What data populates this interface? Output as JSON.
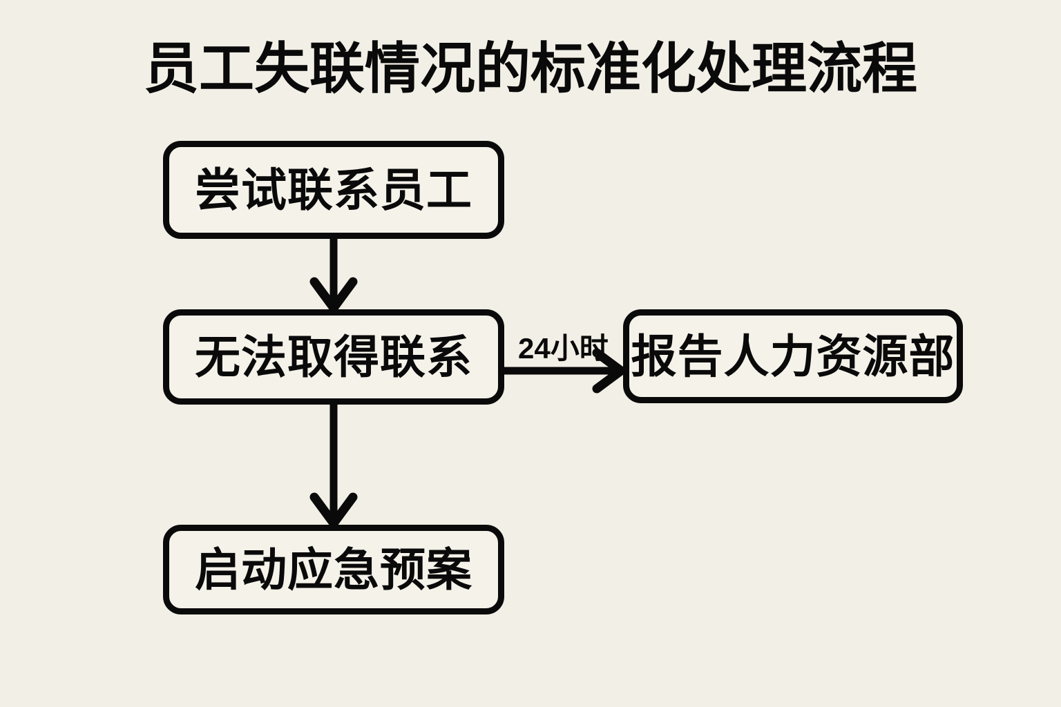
{
  "page": {
    "title": "员工失联情况的标准化处理流程",
    "background_color": "#F2EFE6",
    "ink_color": "#0A0A0A",
    "node_fill_color": "#F5F2EA"
  },
  "diagram": {
    "type": "flowchart",
    "orientation": "top-down-with-side-branch",
    "nodes": [
      {
        "id": "contact-employee",
        "label": "尝试联系员工",
        "shape": "rounded-rectangle"
      },
      {
        "id": "unable-to-reach",
        "label": "无法取得联系",
        "shape": "rounded-rectangle"
      },
      {
        "id": "report-hr",
        "label": "报告人力资源部",
        "shape": "rounded-rectangle"
      },
      {
        "id": "activate-plan",
        "label": "启动应急预案",
        "shape": "rounded-rectangle"
      }
    ],
    "edges": [
      {
        "id": "e1",
        "from": "contact-employee",
        "to": "unable-to-reach",
        "label": "",
        "direction": "down"
      },
      {
        "id": "e2",
        "from": "unable-to-reach",
        "to": "report-hr",
        "label": "24小时",
        "direction": "right"
      },
      {
        "id": "e3",
        "from": "unable-to-reach",
        "to": "activate-plan",
        "label": "",
        "direction": "down"
      }
    ]
  }
}
